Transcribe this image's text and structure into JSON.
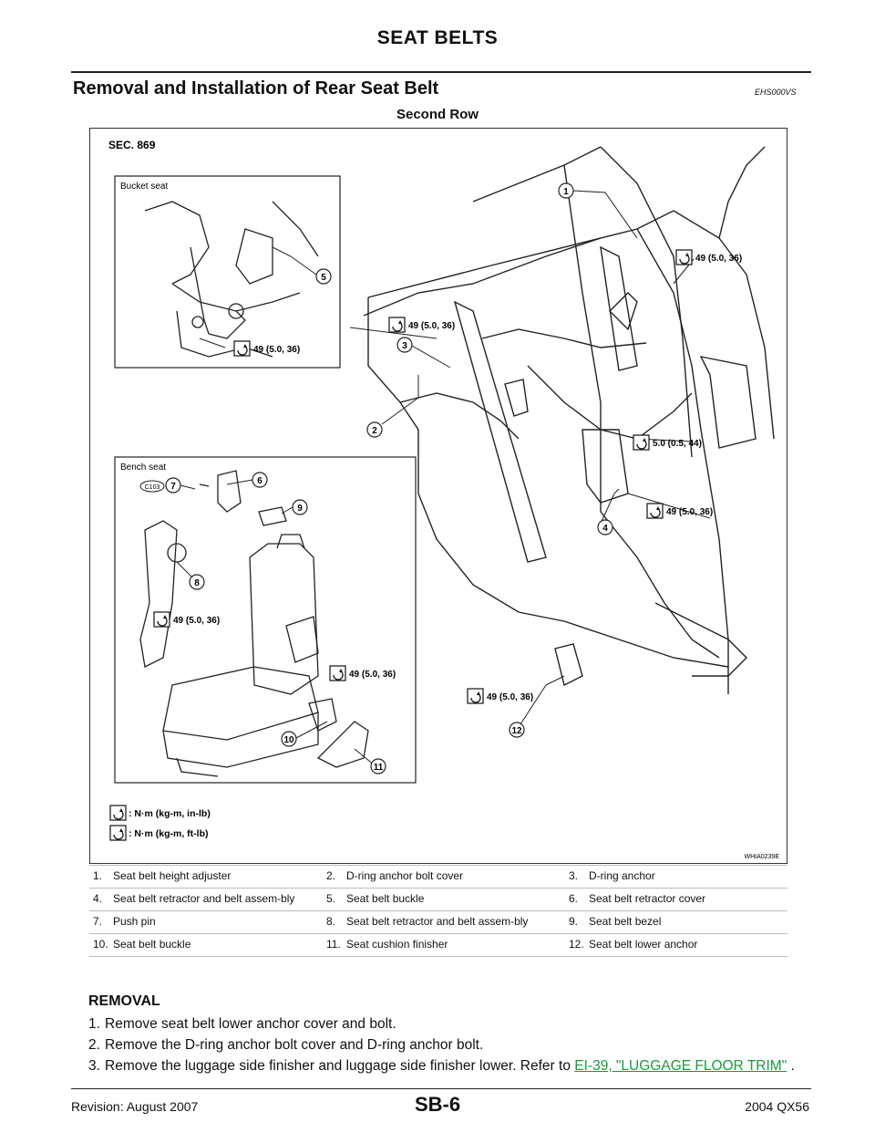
{
  "header": {
    "title": "SEAT BELTS"
  },
  "section": {
    "title": "Removal and Installation of Rear Seat Belt",
    "code": "EHS000VS"
  },
  "subtitle": "Second Row",
  "figure": {
    "sec_label": "SEC. 869",
    "bucket_seat_label": "Bucket seat",
    "bench_seat_label": "Bench seat",
    "connector_label": "C103",
    "torque_49": "49 (5.0, 36)",
    "torque_5": "5.0 (0.5, 44)",
    "legend_inlb": ": N·m (kg-m, in-lb)",
    "legend_ftlb": ": N·m (kg-m, ft-lb)",
    "figure_id": "WHIA0239E",
    "callouts": [
      "1",
      "2",
      "3",
      "4",
      "5",
      "6",
      "7",
      "8",
      "9",
      "10",
      "11",
      "12"
    ]
  },
  "legend_rows": [
    [
      {
        "num": "1.",
        "text": "Seat belt height adjuster"
      },
      {
        "num": "2.",
        "text": "D-ring anchor bolt cover"
      },
      {
        "num": "3.",
        "text": "D-ring anchor"
      }
    ],
    [
      {
        "num": "4.",
        "text": "Seat belt retractor and belt assem-bly"
      },
      {
        "num": "5.",
        "text": "Seat belt buckle"
      },
      {
        "num": "6.",
        "text": "Seat belt retractor cover"
      }
    ],
    [
      {
        "num": "7.",
        "text": "Push pin"
      },
      {
        "num": "8.",
        "text": "Seat belt retractor and belt assem-bly"
      },
      {
        "num": "9.",
        "text": "Seat belt bezel"
      }
    ],
    [
      {
        "num": "10.",
        "text": "Seat belt buckle"
      },
      {
        "num": "11.",
        "text": "Seat cushion finisher"
      },
      {
        "num": "12.",
        "text": "Seat belt lower anchor"
      }
    ]
  ],
  "removal": {
    "heading": "REMOVAL",
    "step1_num": "1.",
    "step1": "Remove seat belt lower anchor cover and bolt.",
    "step2_num": "2.",
    "step2": "Remove the D-ring anchor bolt cover and D-ring anchor bolt.",
    "step3_num": "3.",
    "step3_pre": "Remove the luggage side finisher and luggage side finisher lower. Refer to ",
    "step3_link": "EI-39, \"LUGGAGE FLOOR TRIM\"",
    "step3_post": " ."
  },
  "footer": {
    "revision": "Revision: August 2007",
    "page": "SB-6",
    "model": "2004 QX56"
  }
}
